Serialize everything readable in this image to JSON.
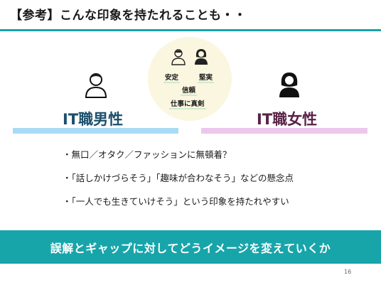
{
  "title": "【参考】こんな印象を持たれることも・・",
  "venn": {
    "label_left": "安定",
    "label_right": "堅実",
    "label_center": "信頼",
    "label_bottom": "仕事に真剣"
  },
  "male": {
    "label": "IT職男性",
    "icon": "male-person-icon"
  },
  "female": {
    "label": "IT職女性",
    "icon": "female-person-icon"
  },
  "bullets": [
    "・無口／オタク／ファッションに無頓着？",
    "・「話しかけづらそう」「趣味が合わなそう」などの懸念点",
    "・「一人でも生きていけそう」という印象を持たれやすい"
  ],
  "banner": "誤解とギャップに対してどうイメージを変えていくか",
  "page_number": "16",
  "colors": {
    "accent_teal": "#17a5aa",
    "male_bar": "#a9dcf4",
    "female_bar": "#ecc7ec",
    "male_text": "#1b4f6b",
    "female_text": "#5a2248",
    "venn_fill": "#fbf6df"
  }
}
